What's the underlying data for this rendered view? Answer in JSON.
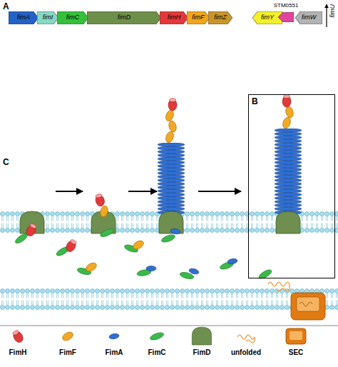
{
  "diagram": {
    "nodes": [
      {
        "text": [
          "fimA"
        ]
      },
      {
        "text": [
          "fimI"
        ]
      },
      {
        "text": [
          "fimC"
        ]
      },
      {
        "text": [
          "fimD"
        ]
      },
      {
        "text": [
          "fimH"
        ]
      },
      {
        "text": [
          "fimF"
        ]
      },
      {
        "text": [
          "fimZ"
        ]
      },
      {
        "text": [
          "fimY"
        ]
      },
      {
        "text": [
          "STM0551"
        ]
      },
      {
        "text": [
          "fimW"
        ]
      },
      {
        "text": [
          "B"
        ]
      }
    ],
    "labels": [
      "A",
      "fimU",
      "C"
    ],
    "legend": [
      {
        "text": "FimH"
      },
      {
        "text": "FimF"
      },
      {
        "text": "FimA"
      },
      {
        "text": "FimC"
      },
      {
        "text": "FimD"
      },
      {
        "text": "unfolded"
      },
      {
        "text": "SEC"
      }
    ]
  }
}
